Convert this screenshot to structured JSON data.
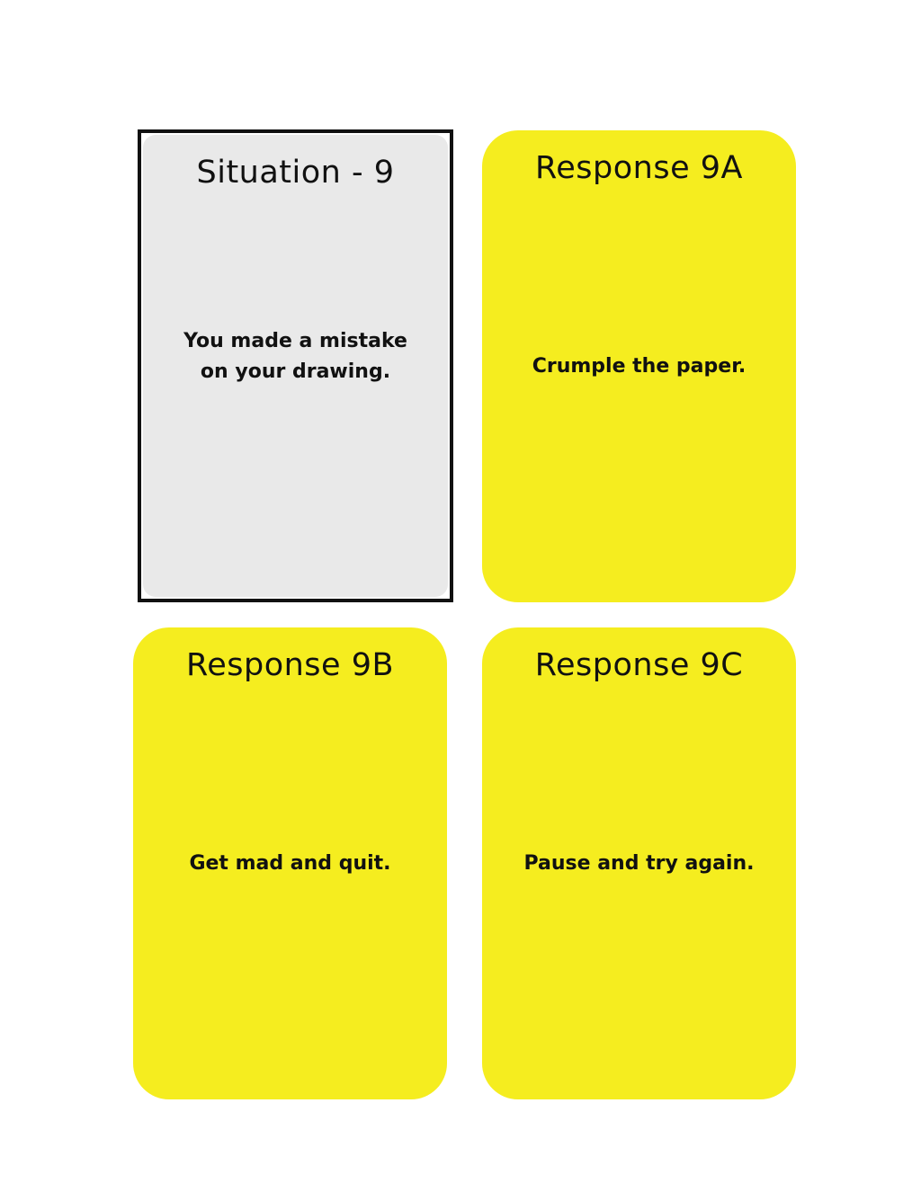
{
  "cards": [
    {
      "title": "Situation - 9",
      "text": "You made a mistake on your drawing.",
      "color": "#e9e9e9"
    },
    {
      "title": "Response 9A",
      "text": "Crumple the paper.",
      "color": "#f5ed1f"
    },
    {
      "title": "Response 9B",
      "text": "Get mad and quit.",
      "color": "#f5ed1f"
    },
    {
      "title": "Response 9C",
      "text": "Pause and try again.",
      "color": "#f5ed1f"
    }
  ],
  "colors": {
    "response_card": "#f5ed1f",
    "situation_card": "#e9e9e9",
    "border": "#111111"
  }
}
